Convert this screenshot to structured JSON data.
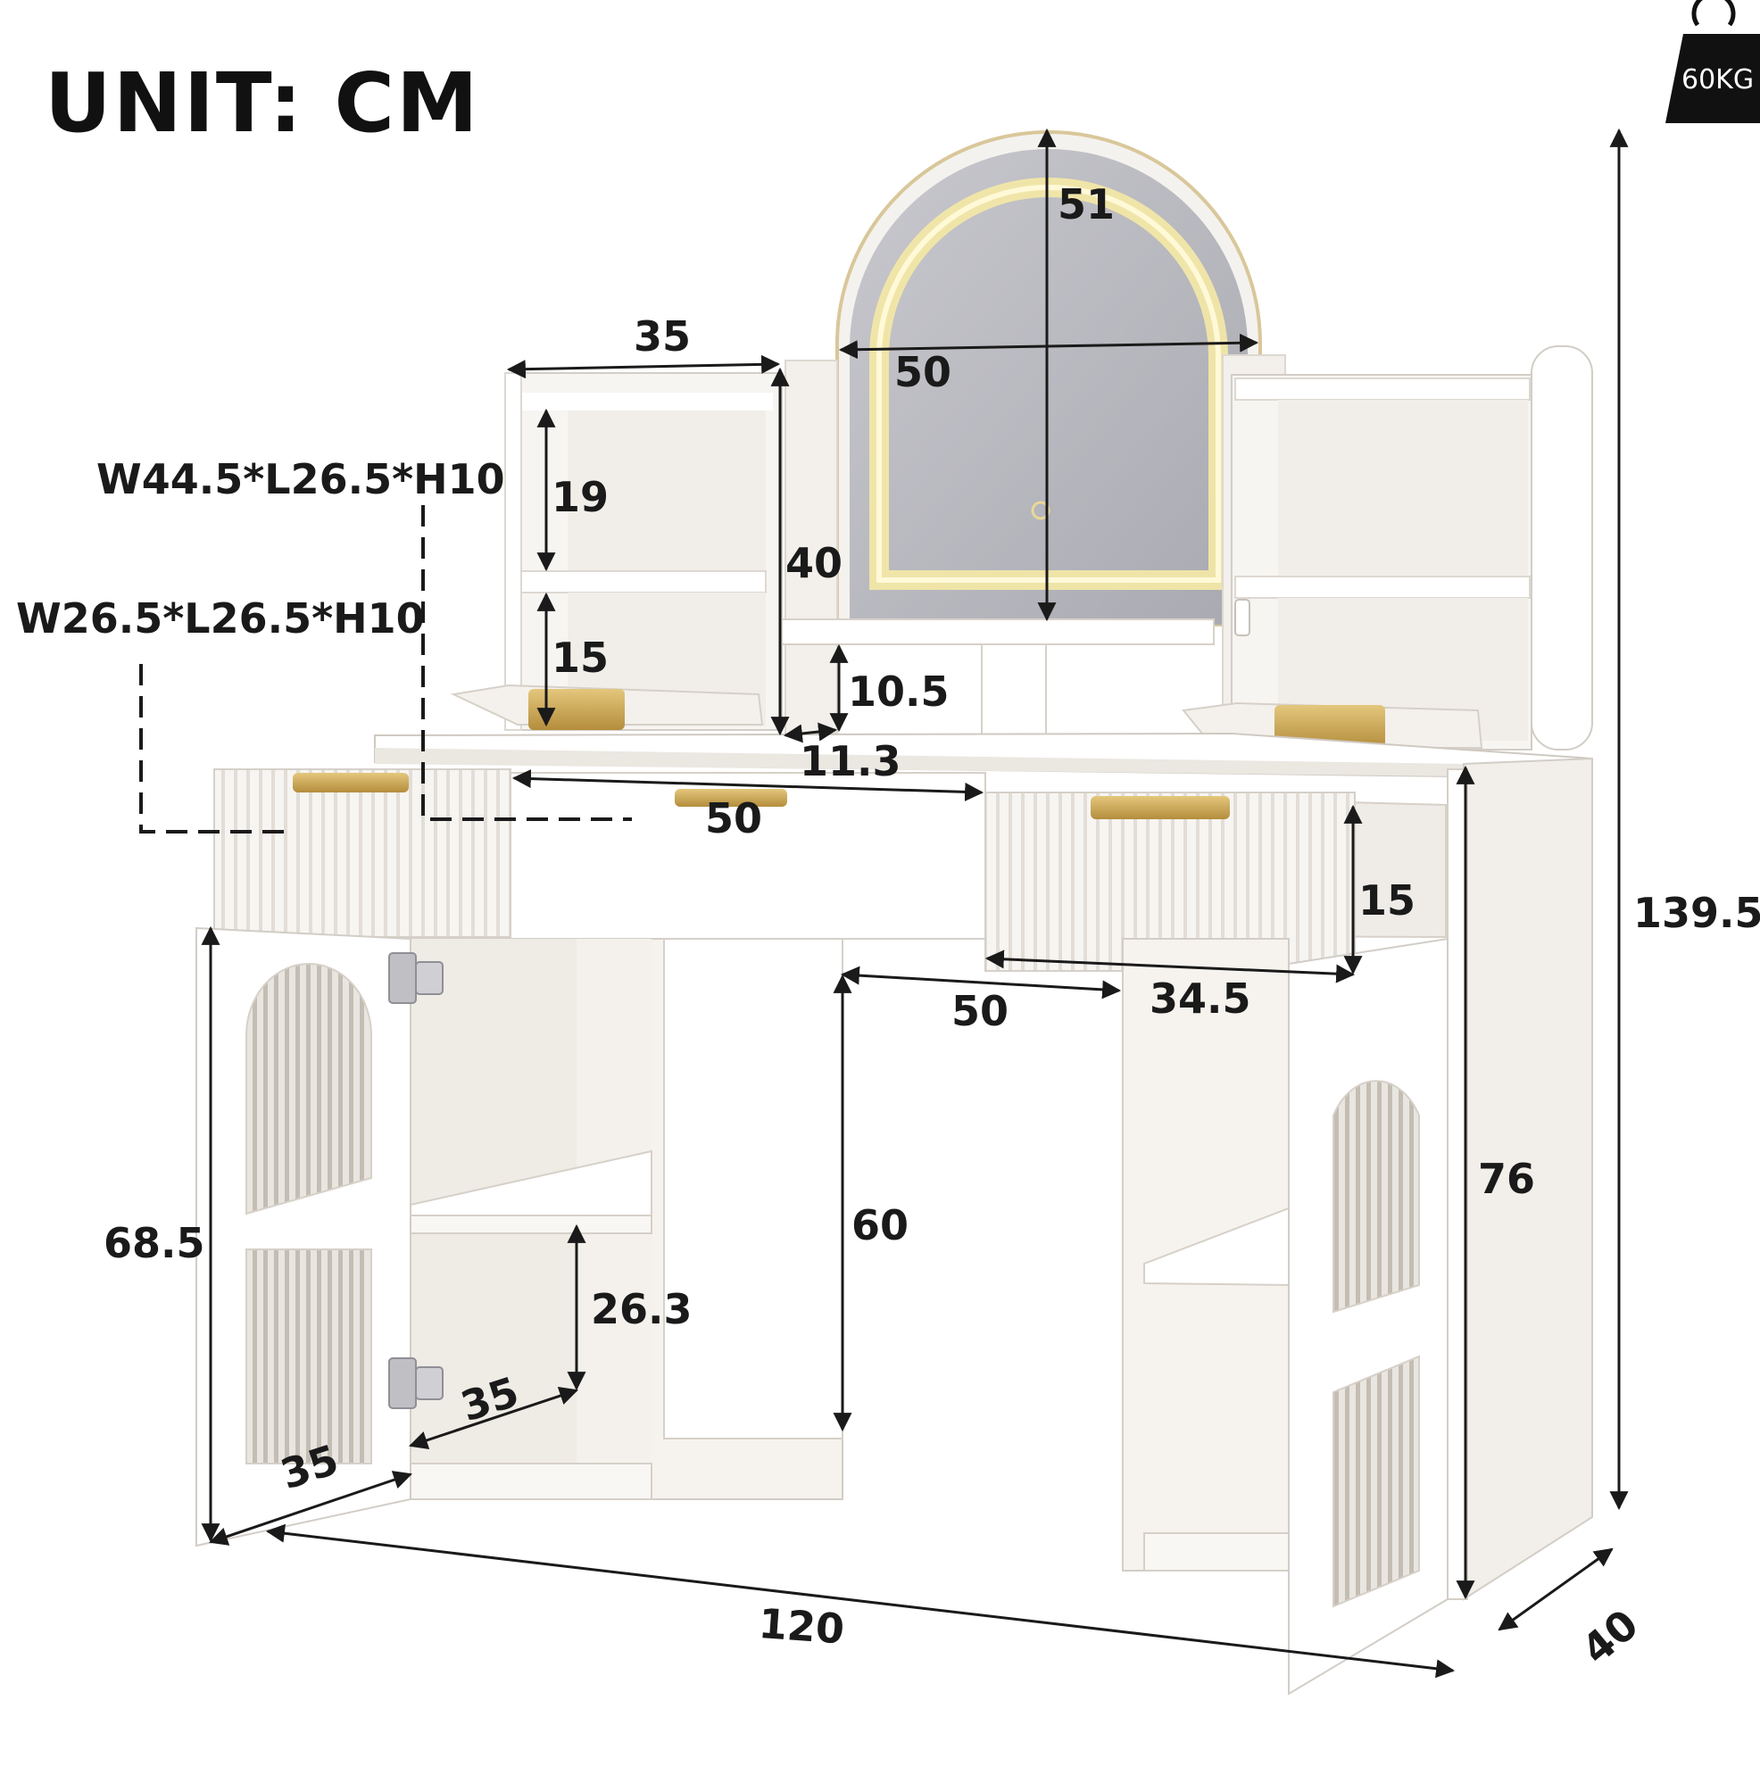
{
  "header": {
    "unit_label": "UNIT: CM",
    "weight_label": "60KG"
  },
  "specs": {
    "drawer_large": "W44.5*L26.5*H10",
    "drawer_small": "W26.5*L26.5*H10"
  },
  "dimensions": {
    "mirror_height": "51",
    "mirror_width": "50",
    "hutch_width": "35",
    "hutch_height": "40",
    "hutch_shelf_upper": "19",
    "hutch_shelf_lower": "15",
    "center_cubby_height": "10.5",
    "center_cubby_width": "11.3",
    "center_drawer_width": "50",
    "right_drawer_height": "15",
    "right_drawer_width": "34.5",
    "knee_width": "50",
    "knee_height": "60",
    "total_height": "139.5",
    "desk_height": "76",
    "cabinet_height": "68.5",
    "cabinet_shelf_height": "26.3",
    "cabinet_shelf_depth": "35",
    "cabinet_depth": "35",
    "total_width": "120",
    "total_depth": "40"
  },
  "colors": {
    "furniture": "#f7f5f2",
    "furniture_shade": "#e6e2dc",
    "furniture_edge": "#d2cdc6",
    "gold": "#c9a552",
    "gold_light": "#e4c77d",
    "mirror": "#bcbcc4",
    "mirror_glow": "#f2e7a6",
    "ink": "#1a1a1a"
  }
}
